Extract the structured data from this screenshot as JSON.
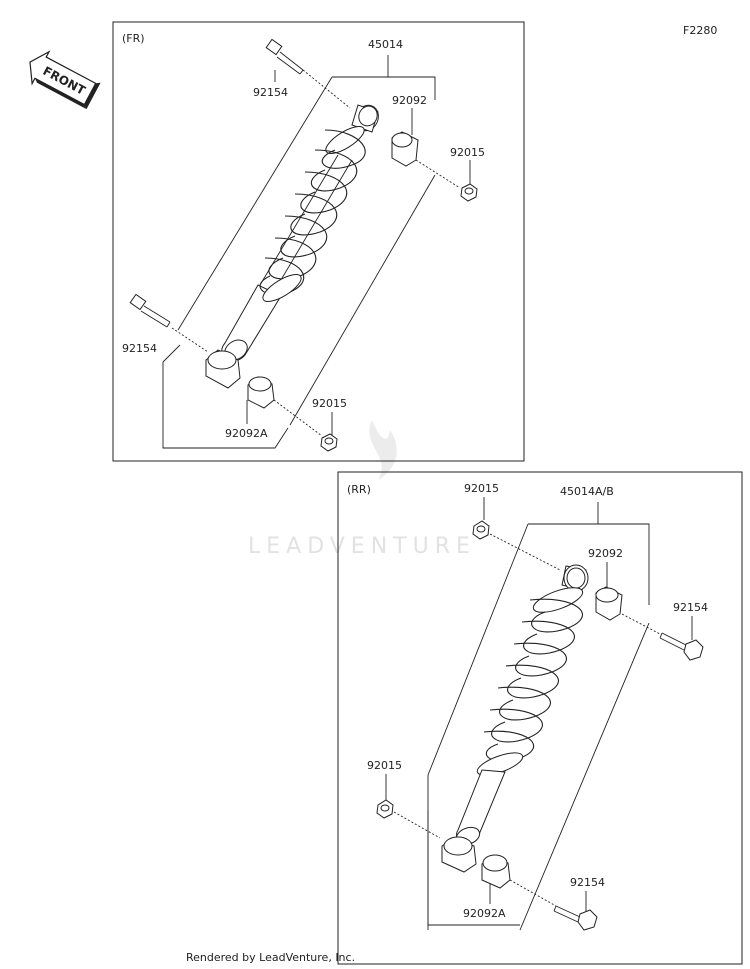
{
  "figure_code": "F2280",
  "direction_badge": "FRONT",
  "watermark": "LEADVENTURE",
  "footer": "Rendered by LeadVenture, Inc.",
  "front_panel": {
    "title": "(FR)",
    "labels": {
      "assembly": "45014",
      "bolt_top": "92154",
      "bushing_top": "92092",
      "nut_top": "92015",
      "bolt_bottom": "92154",
      "bushing_bottom": "92092A",
      "nut_bottom": "92015"
    }
  },
  "rear_panel": {
    "title": "(RR)",
    "labels": {
      "assembly": "45014A/B",
      "nut_top": "92015",
      "bushing_top": "92092",
      "bolt_top": "92154",
      "nut_bottom": "92015",
      "bushing_bottom": "92092A",
      "bolt_bottom": "92154"
    }
  }
}
